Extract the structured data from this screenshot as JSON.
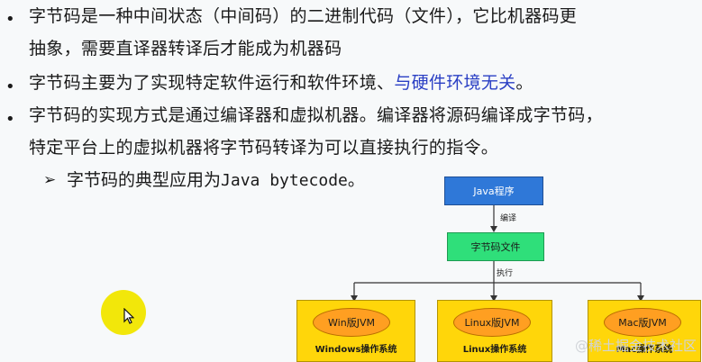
{
  "bullets": [
    {
      "lines": [
        "字节码是一种中间状态（中间码）的二进制代码（文件），它比机器码更",
        "抽象，需要直译器转译后才能成为机器码"
      ]
    },
    {
      "lines": [
        "字节码主要为了实现特定软件运行和软件环境、"
      ],
      "highlight": "与硬件环境无关",
      "tail": "。"
    },
    {
      "lines": [
        "字节码的实现方式是通过编译器和虚拟机器。编译器将源码编译成字节码，",
        "特定平台上的虚拟机器将字节码转译为可以直接执行的指令。"
      ]
    }
  ],
  "sub_item": {
    "arrow": "➢",
    "text_prefix": "字节码的典型应用为",
    "text_code": "Java bytecode",
    "text_suffix": "。"
  },
  "diagram": {
    "java_program": "Java程序",
    "compile_label": "编译",
    "bytecode_file": "字节码文件",
    "execute_label": "执行",
    "platforms": [
      {
        "vm": "Win版JVM",
        "os": "Windows操作系统"
      },
      {
        "vm": "Linux版JVM",
        "os": "Linux操作系统"
      },
      {
        "vm": "Mac版JVM",
        "os": "Mac操作系统"
      }
    ],
    "colors": {
      "java_box": "#2f78d8",
      "bytecode_box": "#2fdf7a",
      "os_box": "#ffd60a",
      "vm_oval": "#ff9f21"
    }
  },
  "watermark": "@稀土掘金技术社区",
  "icons": {
    "bullet": "dot-bullet-icon",
    "cursor": "mouse-pointer-icon"
  }
}
